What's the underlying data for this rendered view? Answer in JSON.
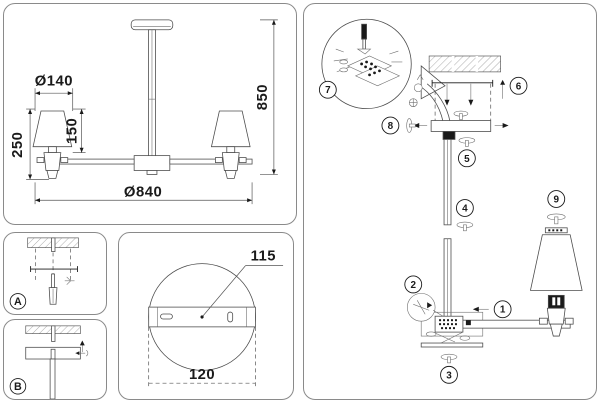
{
  "document": {
    "type": "technical-assembly-drawing",
    "subject": "two-arm ceiling pendant lamp",
    "units": "mm",
    "line_color": "#4d4d4d",
    "text_color": "#1a1a1a",
    "panel_border_color": "#8a8a8a",
    "background": "#ffffff"
  },
  "main_view": {
    "name": "overall-dimension-view",
    "dimensions": {
      "shade_diameter": "Ø140",
      "shade_height": "150",
      "lamp_height": "250",
      "total_drop": "850",
      "overall_width": "Ø840"
    }
  },
  "step_panels": [
    {
      "id": "A",
      "label": "A",
      "caption": ""
    },
    {
      "id": "B",
      "label": "B",
      "caption": ""
    }
  ],
  "canopy_view": {
    "name": "ceiling-canopy-plan",
    "dimensions": {
      "plate_length": "115",
      "canopy_diameter": "120"
    }
  },
  "assembly_view": {
    "name": "exploded-assembly-view",
    "balloons": [
      {
        "id": "1",
        "label": "1"
      },
      {
        "id": "2",
        "label": "2"
      },
      {
        "id": "3",
        "label": "3"
      },
      {
        "id": "4",
        "label": "4"
      },
      {
        "id": "5",
        "label": "5"
      },
      {
        "id": "6",
        "label": "6"
      },
      {
        "id": "7",
        "label": "7"
      },
      {
        "id": "8",
        "label": "8"
      },
      {
        "id": "9",
        "label": "9"
      }
    ]
  }
}
